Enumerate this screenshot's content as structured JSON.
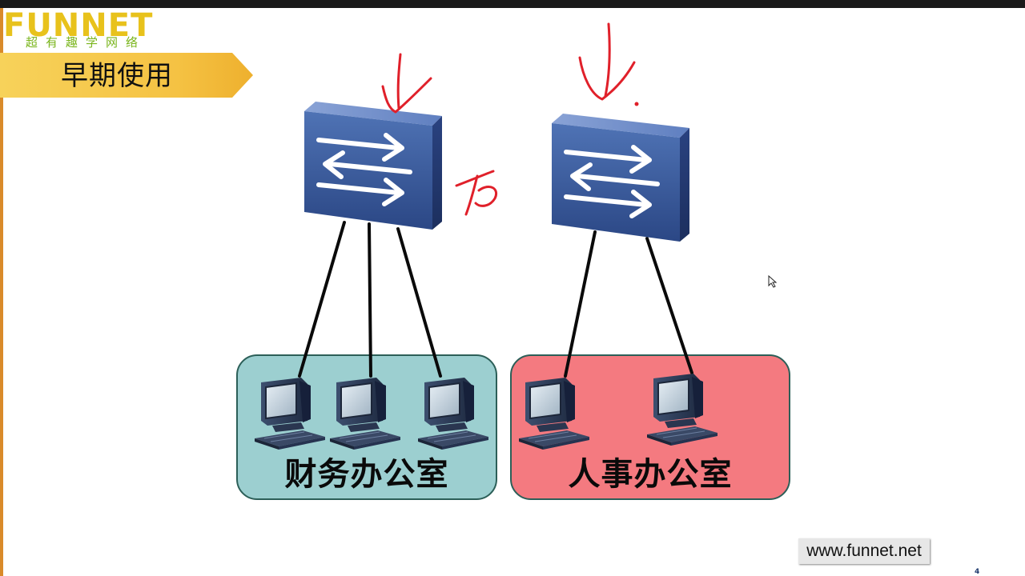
{
  "logo": {
    "wordmark": "FUNNET",
    "tagline": "超有趣学网络"
  },
  "slide": {
    "title": "早期使用",
    "page_number": "4"
  },
  "offices": {
    "finance": {
      "label": "财务办公室",
      "color": "#9ccfd0",
      "pc_count": 3
    },
    "hr": {
      "label": "人事办公室",
      "color": "#f47a80",
      "pc_count": 2
    }
  },
  "switches": [
    {
      "role": "finance-switch",
      "icon": "switch-icon"
    },
    {
      "role": "hr-switch",
      "icon": "switch-icon"
    }
  ],
  "footer": {
    "url": "www.funnet.net"
  },
  "colors": {
    "logo_yellow": "#e8c21c",
    "logo_green": "#7ab51d",
    "banner": "#f5c243",
    "annotation": "#e0202a",
    "switch_blue": "#3a5a98"
  }
}
